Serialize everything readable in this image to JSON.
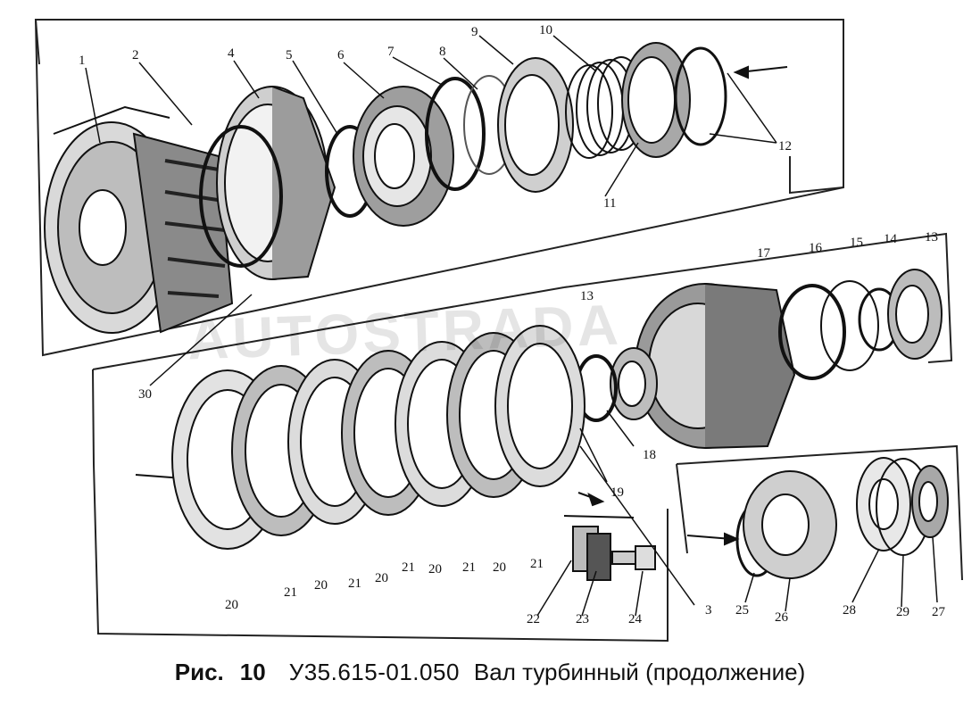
{
  "watermark": "AUTOSTRADA",
  "caption": {
    "fig_label": "Рис.",
    "fig_number": "10",
    "part_code": "У35.615-01.050",
    "title": "Вал турбинный",
    "note": "(продолжение)"
  },
  "callouts": [
    {
      "id": "c1",
      "text": "1"
    },
    {
      "id": "c2",
      "text": "2"
    },
    {
      "id": "c4",
      "text": "4"
    },
    {
      "id": "c5",
      "text": "5"
    },
    {
      "id": "c6",
      "text": "6"
    },
    {
      "id": "c7",
      "text": "7"
    },
    {
      "id": "c8",
      "text": "8"
    },
    {
      "id": "c9",
      "text": "9"
    },
    {
      "id": "c10",
      "text": "10"
    },
    {
      "id": "c11",
      "text": "11"
    },
    {
      "id": "c12",
      "text": "12"
    },
    {
      "id": "c17",
      "text": "17"
    },
    {
      "id": "c16",
      "text": "16"
    },
    {
      "id": "c15",
      "text": "15"
    },
    {
      "id": "c14",
      "text": "14"
    },
    {
      "id": "c13a",
      "text": "13"
    },
    {
      "id": "c13b",
      "text": "13"
    },
    {
      "id": "c18",
      "text": "18"
    },
    {
      "id": "c19",
      "text": "19"
    },
    {
      "id": "c30",
      "text": "30"
    },
    {
      "id": "c20a",
      "text": "20"
    },
    {
      "id": "c21a",
      "text": "21"
    },
    {
      "id": "c20b",
      "text": "20"
    },
    {
      "id": "c21b",
      "text": "21"
    },
    {
      "id": "c20c",
      "text": "20"
    },
    {
      "id": "c21c",
      "text": "21"
    },
    {
      "id": "c20d",
      "text": "20"
    },
    {
      "id": "c21d",
      "text": "21"
    },
    {
      "id": "c20e",
      "text": "20"
    },
    {
      "id": "c21e",
      "text": "21"
    },
    {
      "id": "c22",
      "text": "22"
    },
    {
      "id": "c23",
      "text": "23"
    },
    {
      "id": "c24",
      "text": "24"
    },
    {
      "id": "c3",
      "text": "3"
    },
    {
      "id": "c25",
      "text": "25"
    },
    {
      "id": "c26",
      "text": "26"
    },
    {
      "id": "c28",
      "text": "28"
    },
    {
      "id": "c29",
      "text": "29"
    },
    {
      "id": "c27",
      "text": "27"
    }
  ]
}
